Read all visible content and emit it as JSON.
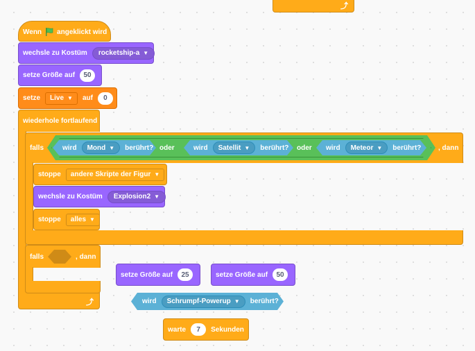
{
  "blocks": {
    "hat": {
      "prefix": "Wenn",
      "suffix": "angeklickt wird"
    },
    "costume1": {
      "label": "wechsle zu Kostüm",
      "value": "rocketship-a"
    },
    "size1": {
      "label": "setze Größe auf",
      "value": "50"
    },
    "setvar": {
      "label": "setze",
      "var": "Live",
      "mid": "auf",
      "value": "0"
    },
    "forever": {
      "label": "wiederhole fortlaufend"
    },
    "if1": {
      "label": "falls",
      "then": ", dann",
      "cond": {
        "or1": "oder",
        "or2": "oder",
        "t1": {
          "pre": "wird",
          "obj": "Mond",
          "post": "berührt?"
        },
        "t2": {
          "pre": "wird",
          "obj": "Satellit",
          "post": "berührt?"
        },
        "t3": {
          "pre": "wird",
          "obj": "Meteor",
          "post": "berührt?"
        }
      }
    },
    "stop1": {
      "label": "stoppe",
      "value": "andere Skripte der Figur"
    },
    "costume2": {
      "label": "wechsle zu Kostüm",
      "value": "Explosion2"
    },
    "stop2": {
      "label": "stoppe",
      "value": "alles"
    },
    "if2": {
      "label": "falls",
      "then": ", dann"
    },
    "loose_size1": {
      "label": "setze Größe auf",
      "value": "25"
    },
    "loose_size2": {
      "label": "setze Größe auf",
      "value": "50"
    },
    "loose_touch": {
      "pre": "wird",
      "obj": "Schrumpf-Powerup",
      "post": "berührt?"
    },
    "wait": {
      "label": "warte",
      "value": "7",
      "unit": "Sekunden"
    }
  },
  "icons": {
    "flag": "green-flag-icon",
    "loop": "loop-arrow-icon",
    "dropdown": "dropdown-caret-icon"
  },
  "colors": {
    "events": "#ffab19",
    "looks": "#9966ff",
    "variables": "#ff8c1a",
    "sensing": "#5cb1d6",
    "operators": "#59c059",
    "control": "#ffab19"
  }
}
